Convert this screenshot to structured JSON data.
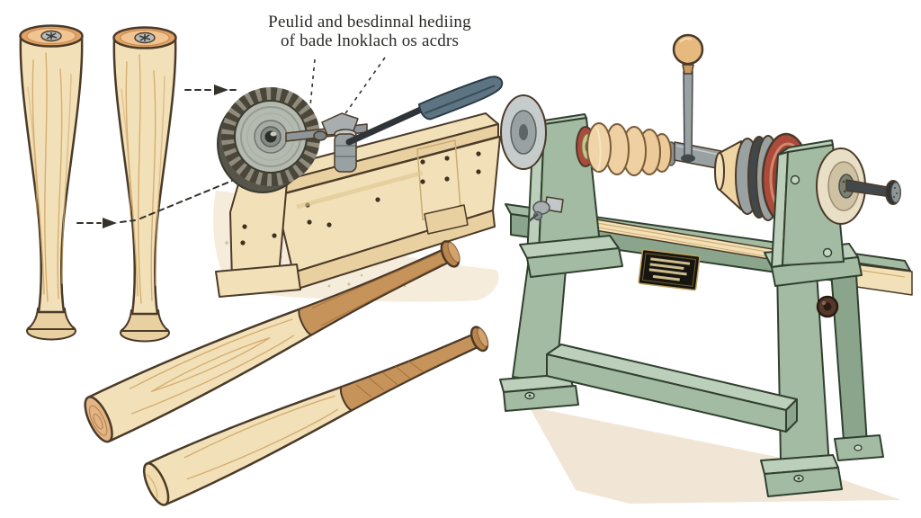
{
  "caption": {
    "line1": "Peulid and besdinnal hediing",
    "line2": "of bade lnoklach os acdrs"
  },
  "figure": {
    "type": "technical-illustration",
    "subject": "bat and spindle turning: leg blanks, gear-driven turning jig, finished baseball bats, benchtop wood lathe",
    "objects": [
      "turned-leg-blank-left",
      "turned-leg-blank-right",
      "flow-arrow-top",
      "flow-arrow-middle",
      "gear-cutter-wheel",
      "wooden-turning-jig",
      "jig-lever-handle",
      "baseball-bat-upper",
      "baseball-bat-lower",
      "wood-lathe",
      "lathe-headstock",
      "lathe-workpiece-rings",
      "lathe-ball-lever",
      "lathe-drive-wheel-red",
      "lathe-tailstock",
      "lathe-nameplate",
      "lathe-stand"
    ]
  },
  "colors": {
    "background": "#ffffff",
    "outline": "#4b3a28",
    "wood_light": "#f2e1b8",
    "wood_mid": "#e9d0a0",
    "wood_dark": "#c6935b",
    "wood_grain": "#d5ad72",
    "end_grain": "#e0a266",
    "end_grain_face": "#f1c591",
    "gear_face": "#b4bab0",
    "gear_teeth": "#4a4639",
    "steel": "#9aa1a3",
    "steel_dark": "#41484c",
    "handle_blue": "#5d7483",
    "green_light": "#bccfba",
    "green_mid": "#a3bba2",
    "green_dark": "#8ba58c",
    "wheel_red": "#ad4a3c",
    "cream": "#e9dec6",
    "shadow_beige": "#f1e6d6",
    "speckle": "#cdb68e",
    "knob_brown": "#54392b",
    "caption_ink": "#2b2a27",
    "dash_ink": "#35322c"
  }
}
